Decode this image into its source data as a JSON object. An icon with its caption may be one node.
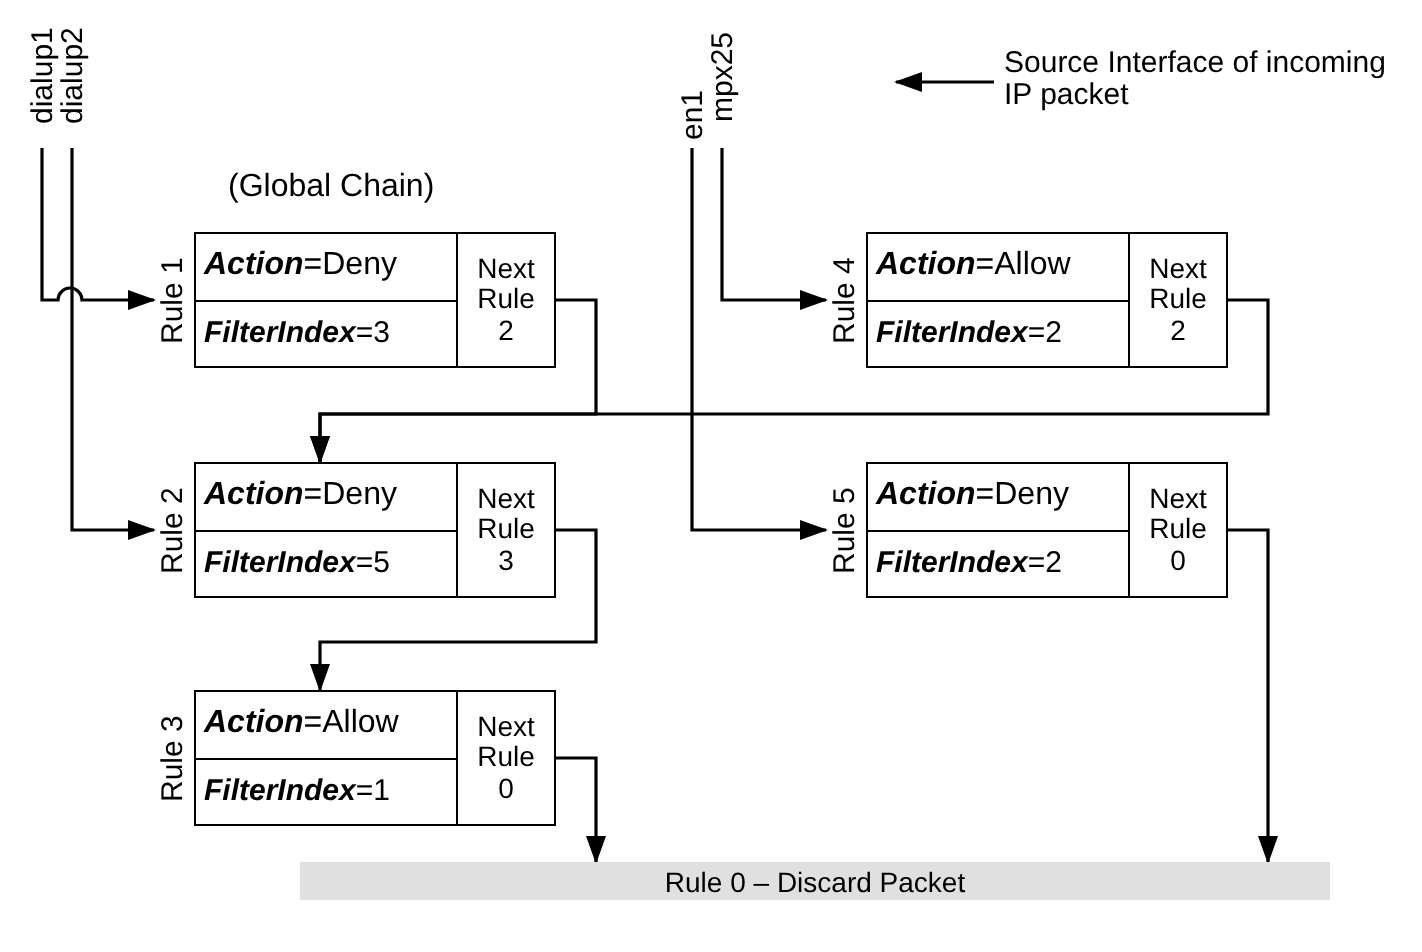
{
  "diagram": {
    "nodes": [
      {
        "text": [
          "dialup1"
        ]
      },
      {
        "text": [
          "dialup2"
        ]
      },
      {
        "text": [
          "en1"
        ]
      },
      {
        "text": [
          "mpx25"
        ]
      },
      {
        "text": [
          "**Action**=Deny",
          "**FilterIndex**=3",
          "Next Rule 2"
        ],
        "beside": [
          "Rule 1"
        ]
      },
      {
        "text": [
          "**Action**=Deny",
          "**FilterIndex**=5",
          "Next Rule 3"
        ],
        "beside": [
          "Rule 2"
        ]
      },
      {
        "text": [
          "**Action**=Allow",
          "**FilterIndex**=1",
          "Next Rule 0"
        ],
        "beside": [
          "Rule 3"
        ]
      },
      {
        "text": [
          "**Action**=Allow",
          "**FilterIndex**=2",
          "Next Rule 2"
        ],
        "beside": [
          "Rule 4"
        ]
      },
      {
        "text": [
          "**Action**=Deny",
          "**FilterIndex**=2",
          "Next Rule 0"
        ],
        "beside": [
          "Rule 5"
        ]
      },
      {
        "text": [
          "Rule 0 – Discard Packet"
        ]
      }
    ],
    "edges": [
      {
        "from": 0,
        "to": 4,
        "arrow": "to"
      },
      {
        "from": 1,
        "to": 5,
        "arrow": "to"
      },
      {
        "from": 2,
        "to": 8,
        "arrow": "to"
      },
      {
        "from": 3,
        "to": 7,
        "arrow": "to"
      },
      {
        "from": 4,
        "to": 5,
        "arrow": "to"
      },
      {
        "from": 7,
        "to": 5,
        "arrow": "to"
      },
      {
        "from": 5,
        "to": 6,
        "arrow": "to"
      },
      {
        "from": 6,
        "to": 9,
        "arrow": "to"
      },
      {
        "from": 8,
        "to": 9,
        "arrow": "to"
      }
    ],
    "labels": [
      "(Global Chain)",
      "Source Interface of incoming IP packet"
    ]
  }
}
